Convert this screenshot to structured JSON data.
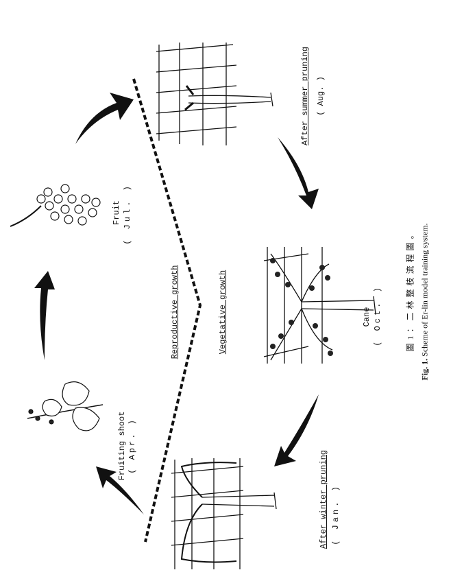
{
  "stages": {
    "summer": {
      "label": "After summer pruning",
      "month": "( Aug. )"
    },
    "fruit": {
      "label": "Fruit",
      "month": "( Jul. )"
    },
    "cane": {
      "label": "Cane",
      "month": "( Oct. )"
    },
    "shoot": {
      "label": "Fruiting shoot",
      "month": "( Apr. )"
    },
    "winter": {
      "label": "After winter pruning",
      "month": "( Jan. )"
    }
  },
  "phases": {
    "reproductive": "Reproductive growth",
    "vegetative": "Vegetative growth"
  },
  "caption": {
    "zh": "圖1：二林整枝流程圖。",
    "en_prefix": "Fig. 1.",
    "en": "Scheme of Er-lin model training system."
  }
}
